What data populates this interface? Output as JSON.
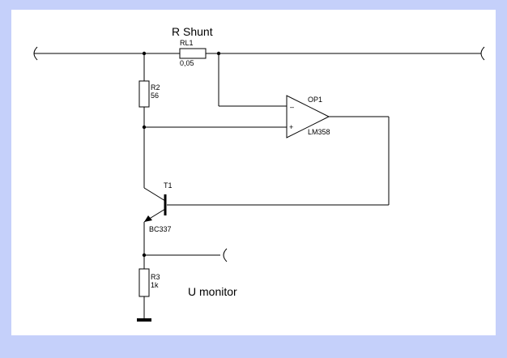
{
  "labels": {
    "r_shunt_title": "R Shunt",
    "u_monitor": "U monitor",
    "rl1_ref": "RL1",
    "rl1_val": "0,05",
    "r2_ref": "R2",
    "r2_val": "56",
    "r3_ref": "R3",
    "r3_val": "1k",
    "op1_ref": "OP1",
    "op1_part": "LM358",
    "op1_minus": "–",
    "op1_plus": "+",
    "t1_ref": "T1",
    "t1_part": "BC337"
  },
  "colors": {
    "border": "#c5d0fa",
    "background": "#ffffff",
    "ink": "#000000"
  }
}
